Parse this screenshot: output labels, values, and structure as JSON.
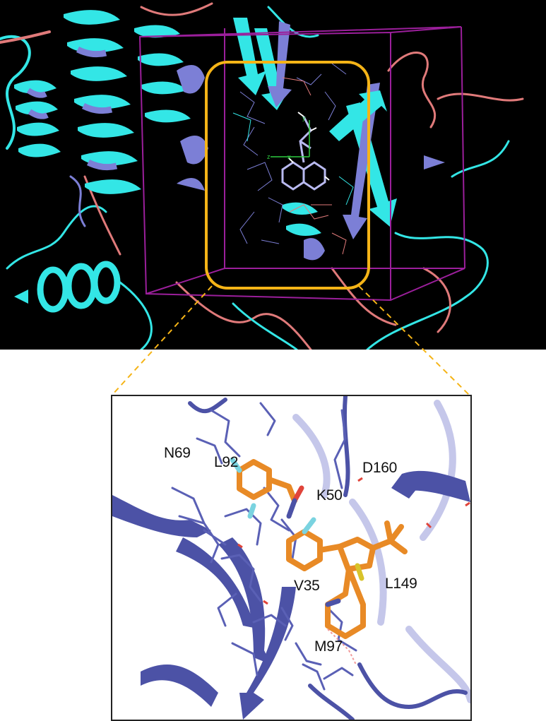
{
  "overview": {
    "axis_labels": {
      "x": "x",
      "y": "y",
      "z": "z"
    }
  },
  "inset": {
    "residue_labels": [
      "N69",
      "L92",
      "D160",
      "K50",
      "V35",
      "L149",
      "M97"
    ]
  },
  "colors": {
    "background_top": "#000000",
    "protein_cyan": "#33e6e6",
    "protein_periwinkle": "#7c7fd6",
    "loop_salmon": "#e07a7a",
    "grid_box": "#9b1f9b",
    "highlight_box": "#f5b417",
    "ligand_orange": "#e88a26",
    "inset_protein": "#4c52a6"
  }
}
